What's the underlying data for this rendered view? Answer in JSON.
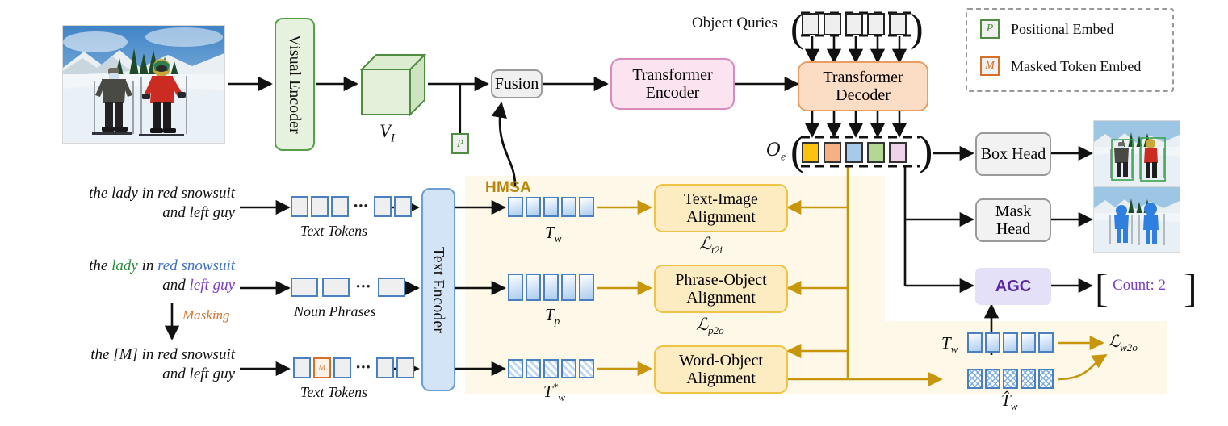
{
  "figure": {
    "type": "architecture-diagram",
    "title": "Multimodal grounding architecture with HMSA"
  },
  "blocks": {
    "visual_encoder": "Visual Encoder",
    "text_encoder": "Text Encoder",
    "fusion": "Fusion",
    "transformer_encoder": "Transformer Encoder",
    "transformer_decoder": "Transformer Decoder",
    "box_head": "Box Head",
    "mask_head": "Mask Head",
    "agc": "AGC",
    "alignment_t2i": "Text-Image Alignment",
    "alignment_p2o": "Phrase-Object Alignment",
    "alignment_w2o": "Word-Object Alignment"
  },
  "labels": {
    "object_queries": "Object Quries",
    "hmsa": "HMSA",
    "masking": "Masking",
    "text_tokens": "Text Tokens",
    "noun_phrases": "Noun Phrases",
    "count_output": "Count: 2"
  },
  "symbols": {
    "v_i": {
      "base": "V",
      "sub": "I"
    },
    "p_embed": "P",
    "m_embed": "M",
    "o_e": {
      "base": "O",
      "sub": "e"
    },
    "t_w": {
      "base": "T",
      "sub": "w"
    },
    "t_p": {
      "base": "T",
      "sub": "p"
    },
    "t_w_star": {
      "base": "T",
      "sub": "w",
      "sup": "*"
    },
    "t_w_hat": {
      "base": "T̂",
      "sub": "w"
    },
    "loss_t2i": {
      "base": "ℒ",
      "sub": "t2i"
    },
    "loss_p2o": {
      "base": "ℒ",
      "sub": "p2o"
    },
    "loss_w2o": {
      "base": "ℒ",
      "sub": "w2o"
    }
  },
  "sentences": {
    "plain": {
      "line1": "the lady in red snowsuit",
      "line2": "and left guy"
    },
    "colored": {
      "l1_a": "the ",
      "l1_lady": "lady",
      "l1_b": " in ",
      "l1_red": "red snowsuit",
      "l2_a": "and ",
      "l2_left": "left guy"
    },
    "masked": {
      "line1": "the  [M] in red snowsuit",
      "line2": "and left guy"
    }
  },
  "legend": {
    "items": [
      {
        "chip": "P",
        "label": "Positional  Embed",
        "color": "#4e8c3f"
      },
      {
        "chip": "M",
        "label": "Masked Token  Embed",
        "color": "#d4702a"
      }
    ]
  },
  "colors": {
    "visual_encoder_fill": "#e7f2de",
    "visual_encoder_stroke": "#56a04a",
    "text_encoder_fill": "#d4e4f7",
    "text_encoder_stroke": "#6b9fd4",
    "transformer_encoder_fill": "#fbe3f0",
    "transformer_encoder_stroke": "#d98cbc",
    "transformer_decoder_fill": "#fbddc6",
    "transformer_decoder_stroke": "#e99d63",
    "alignment_fill": "#fdecc2",
    "alignment_stroke": "#f0c245",
    "hmsa_bg": "#fdf8e8",
    "gold_arrow": "#c8960c",
    "agc_fill": "#e4e0f8",
    "agc_text": "#5b2aa5",
    "token_blue_stroke": "#4a7fc1",
    "mask_orange": "#d4702a"
  },
  "object_embeddings": {
    "colors": [
      "#ffc20e",
      "#f5b183",
      "#a8caea",
      "#b2d894",
      "#eed3ea"
    ],
    "count": 5
  },
  "object_queries_tokens": {
    "count": 5,
    "fill": "#efefef",
    "stroke": "#222222"
  },
  "token_strips": {
    "text_tokens_top": {
      "count": 5,
      "has_ellipsis": true
    },
    "noun_phrases": {
      "count": 3,
      "has_ellipsis": true
    },
    "text_tokens_masked": {
      "count": 5,
      "has_ellipsis": true,
      "mask_index": 1
    },
    "t_w": {
      "count": 5
    },
    "t_p": {
      "count": 5
    },
    "t_w_star": {
      "count": 5
    },
    "t_w_bottom": {
      "count": 5
    },
    "t_w_hat": {
      "count": 5
    }
  }
}
